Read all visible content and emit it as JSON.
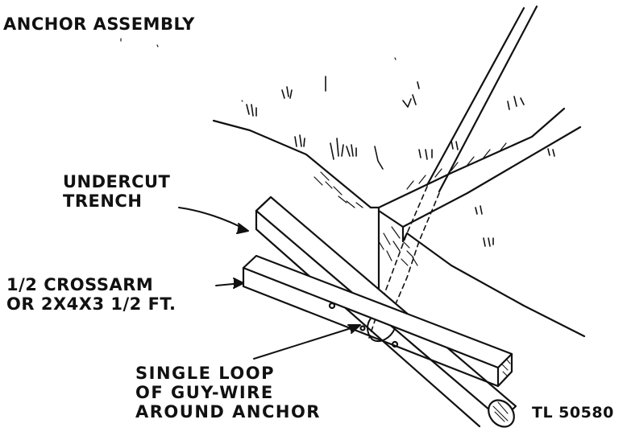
{
  "title": "ANCHOR ASSEMBLY",
  "labels": {
    "undercut_line1": "UNDERCUT",
    "undercut_line2": "TRENCH",
    "crossarm_line1": "1/2 CROSSARM",
    "crossarm_line2": "OR 2X4X3 1/2 FT.",
    "loop_line1": "SINGLE LOOP",
    "loop_line2": "OF GUY-WIRE",
    "loop_line3": "AROUND ANCHOR"
  },
  "figure_number": "TL 50580",
  "colors": {
    "ink": "#111111",
    "background": "#ffffff"
  }
}
